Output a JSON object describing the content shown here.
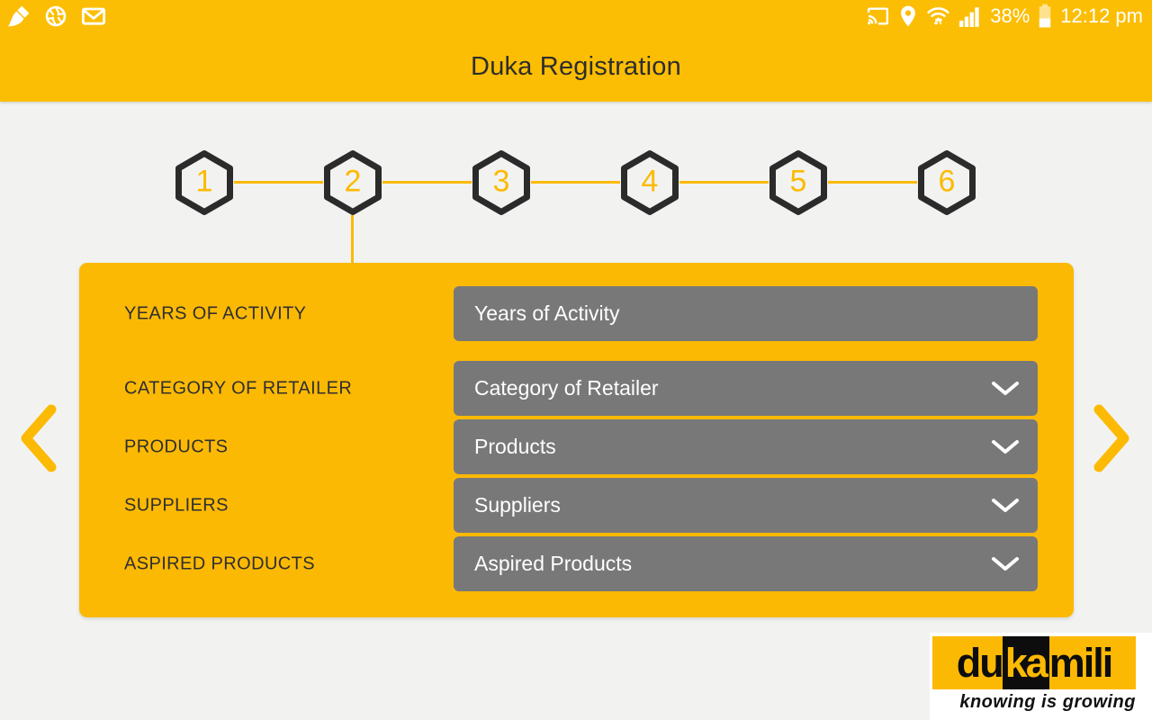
{
  "status_bar": {
    "left_icons": [
      {
        "name": "brush-icon"
      },
      {
        "name": "shutter-icon"
      },
      {
        "name": "gmail-icon"
      }
    ],
    "right_icons": [
      {
        "name": "cast-icon"
      },
      {
        "name": "location-icon"
      },
      {
        "name": "wifi-icon"
      },
      {
        "name": "signal-icon"
      },
      {
        "name": "battery-icon"
      }
    ],
    "battery_percent": "38%",
    "time": "12:12 pm"
  },
  "app_bar": {
    "title": "Duka Registration"
  },
  "stepper": {
    "active_step": "2",
    "steps": [
      {
        "number": "1"
      },
      {
        "number": "2"
      },
      {
        "number": "3"
      },
      {
        "number": "4"
      },
      {
        "number": "5"
      },
      {
        "number": "6"
      }
    ]
  },
  "form": {
    "rows": [
      {
        "label": "YEARS OF ACTIVITY",
        "value": "Years of Activity",
        "type": "text"
      },
      {
        "label": "CATEGORY OF RETAILER",
        "value": "Category of Retailer",
        "type": "select"
      },
      {
        "label": "PRODUCTS",
        "value": "Products",
        "type": "select"
      },
      {
        "label": "SUPPLIERS",
        "value": "Suppliers",
        "type": "select"
      },
      {
        "label": "ASPIRED PRODUCTS",
        "value": "Aspired Products",
        "type": "select"
      }
    ]
  },
  "navigation": {
    "prev": "chevron-left",
    "next": "chevron-right"
  },
  "logo": {
    "brand_du": "du",
    "brand_ka": "ka",
    "brand_mili": "mili",
    "tagline": "knowing is growing"
  },
  "colors": {
    "amber": "#fcba04",
    "header_amber": "#fcbe04",
    "input_gray": "#787878",
    "hex_border": "#2b2b2b",
    "background": "#f2f3f1",
    "white": "#ffffff"
  }
}
